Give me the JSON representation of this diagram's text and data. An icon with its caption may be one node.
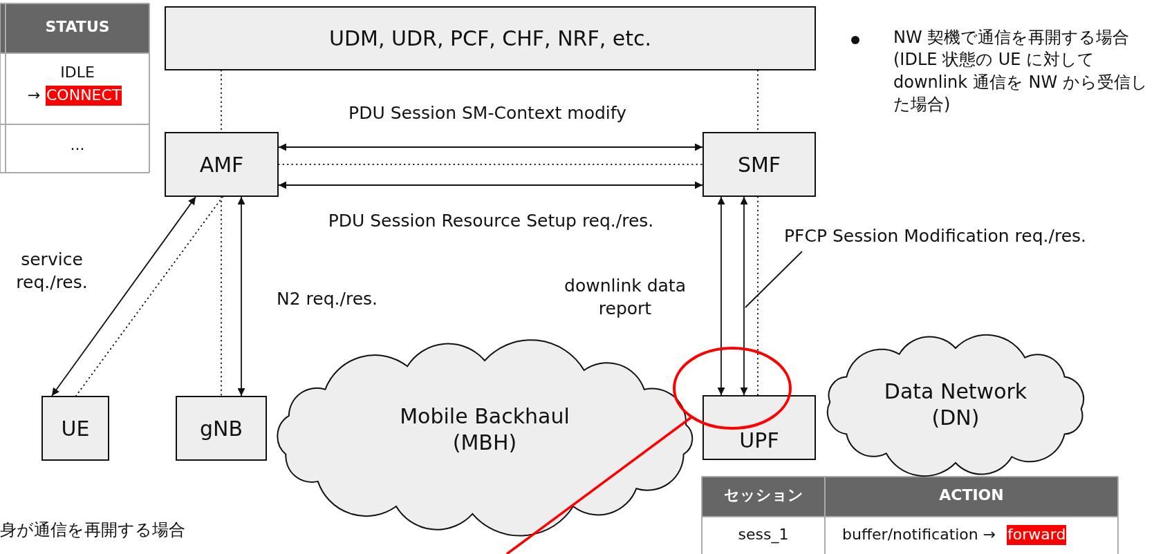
{
  "diagram": {
    "nodes": [
      {
        "text": [
          "UDM, UDR, PCF, CHF, NRF, etc."
        ]
      },
      {
        "text": [
          "AMF"
        ]
      },
      {
        "text": [
          "SMF"
        ]
      },
      {
        "text": [
          "UE"
        ]
      },
      {
        "text": [
          "gNB"
        ]
      },
      {
        "text": [
          "Mobile Backhaul (MBH)"
        ]
      },
      {
        "text": [
          "UPF"
        ]
      },
      {
        "text": [
          "Data Network (DN)"
        ]
      }
    ],
    "edges": [
      {
        "from": 0,
        "to": 1,
        "arrow": "none",
        "style": "dashed"
      },
      {
        "from": 0,
        "to": 2,
        "arrow": "none",
        "style": "dashed"
      },
      {
        "from": 1,
        "to": 2,
        "arrow": "none",
        "style": "dashed"
      },
      {
        "from": 1,
        "to": 2,
        "arrow": "both",
        "label": "PDU Session SM-Context modify"
      },
      {
        "from": 1,
        "to": 2,
        "arrow": "both",
        "label": "PDU Session Resource Setup req./res."
      },
      {
        "from": 1,
        "to": 3,
        "arrow": "none",
        "style": "dashed"
      },
      {
        "from": 1,
        "to": 3,
        "arrow": "both",
        "label": "service req./res."
      },
      {
        "from": 1,
        "to": 4,
        "arrow": "none",
        "style": "dashed"
      },
      {
        "from": 1,
        "to": 4,
        "arrow": "both",
        "label": "N2 req./res."
      },
      {
        "from": 2,
        "to": 6,
        "arrow": "none",
        "style": "dashed"
      },
      {
        "from": 2,
        "to": 6,
        "arrow": "both",
        "label": "downlink data report"
      },
      {
        "from": 2,
        "to": 6,
        "arrow": "both",
        "label": "PFCP Session Modification req./res."
      }
    ],
    "labels": [
      "STATUS",
      "IDLE",
      "→",
      "CONNECT",
      "...",
      "NW 契機で通信を再開する場合(IDLE 状態の UE に対して downlink 通信を NW から受信した場合)",
      "身が通信を再開する場合",
      "セッション",
      "ACTION",
      "sess_1",
      "buffer/notification →",
      "forward"
    ]
  }
}
